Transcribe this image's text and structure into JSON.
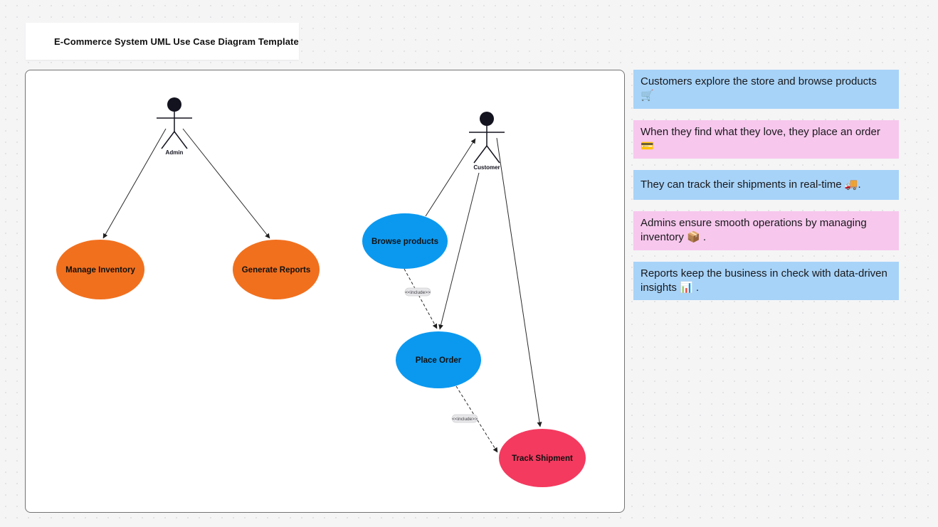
{
  "title_card": {
    "text": "E-Commerce System UML Use Case Diagram Template"
  },
  "diagram": {
    "actors": [
      {
        "id": "admin",
        "label": "Admin"
      },
      {
        "id": "customer",
        "label": "Customer"
      }
    ],
    "use_cases": [
      {
        "id": "manage-inventory",
        "label": "Manage Inventory",
        "color": "#f1701e"
      },
      {
        "id": "generate-reports",
        "label": "Generate Reports",
        "color": "#f1701e"
      },
      {
        "id": "browse-products",
        "label": "Browse products",
        "color": "#0b99f0"
      },
      {
        "id": "place-order",
        "label": "Place Order",
        "color": "#0b99f0"
      },
      {
        "id": "track-shipment",
        "label": "Track Shipment",
        "color": "#f43a5f"
      }
    ],
    "include_label": "<<include>>",
    "connectors": [
      {
        "from": "Admin",
        "to": "Manage Inventory",
        "style": "solid",
        "arrow": true
      },
      {
        "from": "Admin",
        "to": "Generate Reports",
        "style": "solid",
        "arrow": true
      },
      {
        "from": "Browse products",
        "to": "Customer",
        "style": "solid",
        "arrow": true
      },
      {
        "from": "Customer",
        "to": "Place Order",
        "style": "solid",
        "arrow": true
      },
      {
        "from": "Browse products",
        "to": "Place Order",
        "style": "dashed",
        "arrow": true,
        "stereotype": "<<include>>"
      },
      {
        "from": "Customer",
        "to": "Track Shipment",
        "style": "solid",
        "arrow": true
      },
      {
        "from": "Place Order",
        "to": "Track Shipment",
        "style": "dashed",
        "arrow": true,
        "stereotype": "<<include>>"
      }
    ]
  },
  "notes": [
    {
      "text": "Customers explore the store and browse products 🛒",
      "color": "#a7d3f8"
    },
    {
      "text": "When they find what they love, they place an order 💳",
      "color": "#f7c7ed"
    },
    {
      "text": "They can track their shipments in real-time 🚚.",
      "color": "#a7d3f8"
    },
    {
      "text": "Admins ensure smooth operations by managing inventory 📦 .",
      "color": "#f7c7ed"
    },
    {
      "text": "Reports keep the business in check with data-driven insights 📊 .",
      "color": "#a7d3f8"
    }
  ]
}
